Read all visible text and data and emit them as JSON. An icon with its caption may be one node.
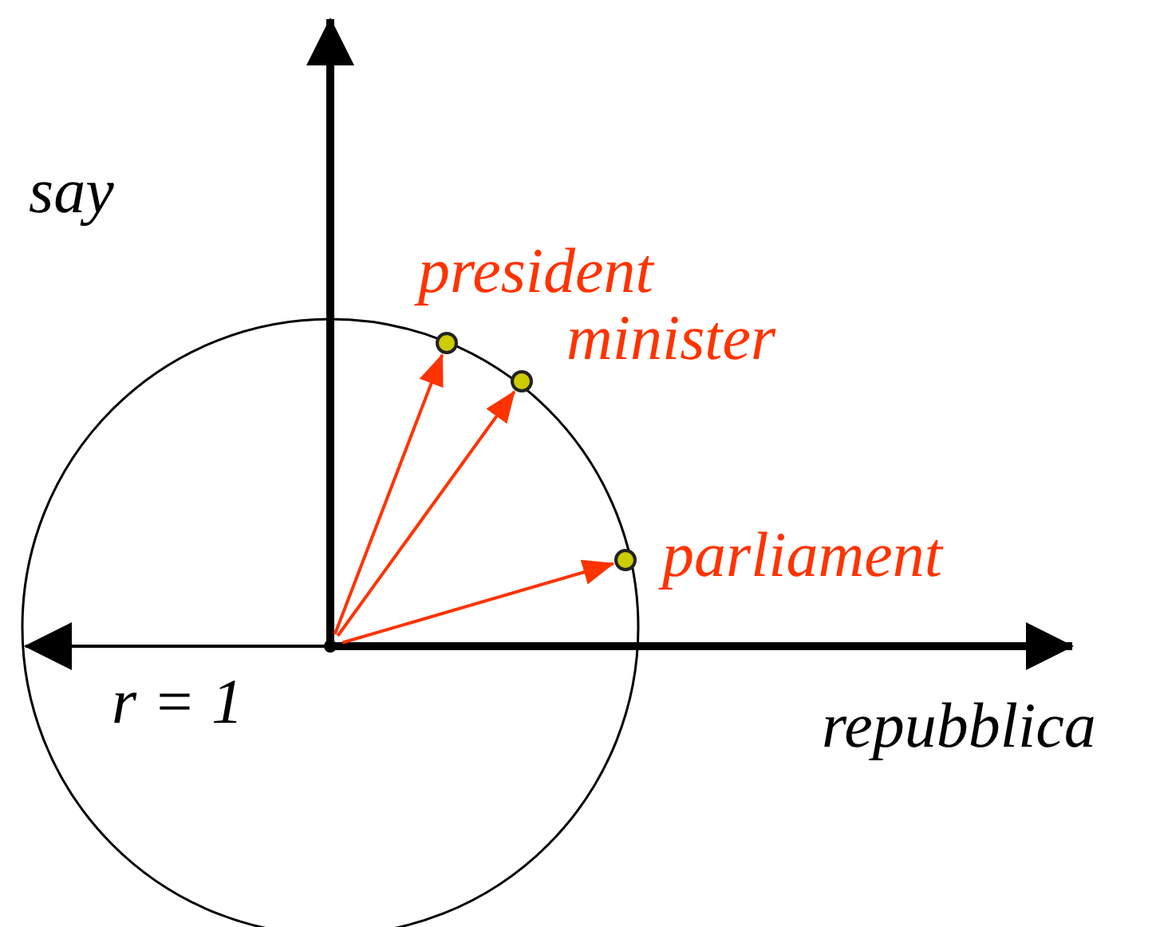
{
  "diagram": {
    "nodes": [
      {
        "text": [],
        "shape": "circle",
        "beside": [
          "president"
        ]
      },
      {
        "text": [],
        "shape": "circle",
        "beside": [
          "minister"
        ]
      },
      {
        "text": [],
        "shape": "circle",
        "beside": [
          "parliament"
        ]
      },
      {
        "text": [],
        "shape": "point"
      }
    ],
    "edges": [
      {
        "from": 3,
        "to": 0,
        "arrow": "to",
        "color": "#ff3300"
      },
      {
        "from": 3,
        "to": 1,
        "arrow": "to",
        "color": "#ff3300"
      },
      {
        "from": 3,
        "to": 2,
        "arrow": "to",
        "color": "#ff3300"
      }
    ],
    "labels": [
      "say",
      "r = 1",
      "repubblica"
    ]
  }
}
